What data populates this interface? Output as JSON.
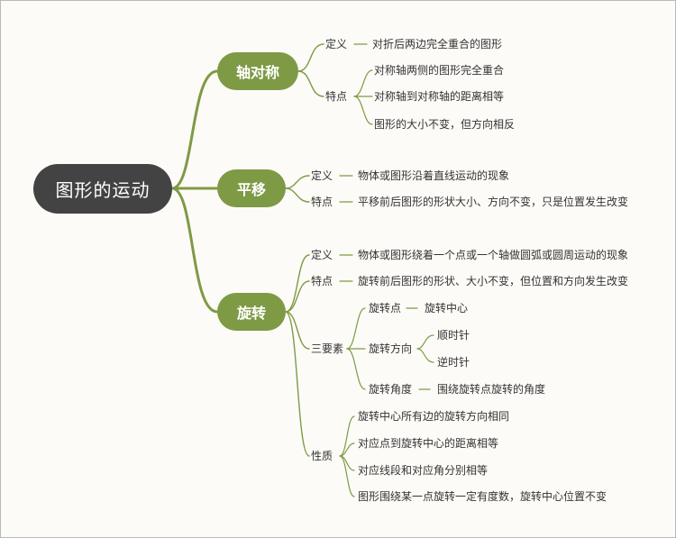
{
  "root": {
    "label": "图形的运动"
  },
  "branches": {
    "axis_symmetry": {
      "label": "轴对称",
      "definition_label": "定义",
      "definition_text": "对折后两边完全重合的图形",
      "features_label": "特点",
      "features": [
        "对称轴两侧的图形完全重合",
        "对称轴到对称轴的距离相等",
        "图形的大小不变，但方向相反"
      ]
    },
    "translation": {
      "label": "平移",
      "definition_label": "定义",
      "definition_text": "物体或图形沿着直线运动的现象",
      "features_label": "特点",
      "features_text": "平移前后图形的形状大小、方向不变，只是位置发生改变"
    },
    "rotation": {
      "label": "旋转",
      "definition_label": "定义",
      "definition_text": "物体或图形绕着一个点或一个轴做圆弧或圆周运动的现象",
      "features_label": "特点",
      "features_text": "旋转前后图形的形状、大小不变，但位置和方向发生改变",
      "elements_label": "三要素",
      "elements": {
        "point_label": "旋转点",
        "point_value": "旋转中心",
        "direction_label": "旋转方向",
        "directions": [
          "顺时针",
          "逆时针"
        ],
        "angle_label": "旋转角度",
        "angle_value": "围绕旋转点旋转的角度"
      },
      "properties_label": "性质",
      "properties": [
        "旋转中心所有边的旋转方向相同",
        "对应点到旋转中心的距离相等",
        "对应线段和对应角分别相等",
        "图形围绕某一点旋转一定有度数，旋转中心位置不变"
      ]
    }
  },
  "colors": {
    "root_bg": "#434343",
    "branch_bg": "#7e9a45",
    "link": "#7e9a45",
    "text": "#333333",
    "background": "#fcfbf7"
  }
}
